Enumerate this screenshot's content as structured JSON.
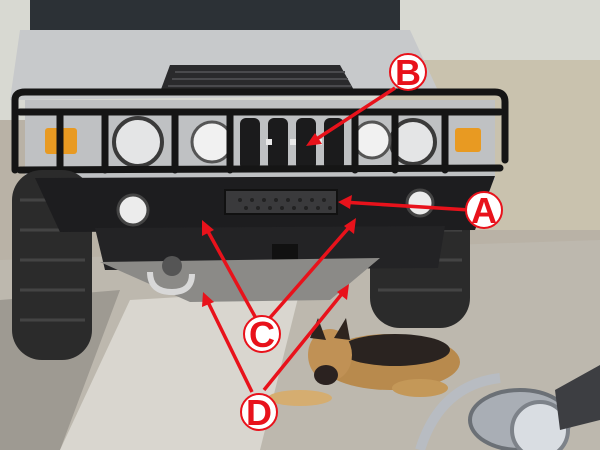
{
  "photo": {
    "callouts": [
      {
        "id": "A",
        "label": "A"
      },
      {
        "id": "B",
        "label": "B"
      },
      {
        "id": "C",
        "label": "C"
      },
      {
        "id": "D",
        "label": "D"
      }
    ],
    "colors": {
      "annotation": "#e8121b",
      "annotation_text": "#ffffff",
      "vehicle_body": "#c7c9cb",
      "bumper": "#1d1d1f",
      "ground": "#b7b2a8",
      "dog": "#b88a4d"
    }
  }
}
